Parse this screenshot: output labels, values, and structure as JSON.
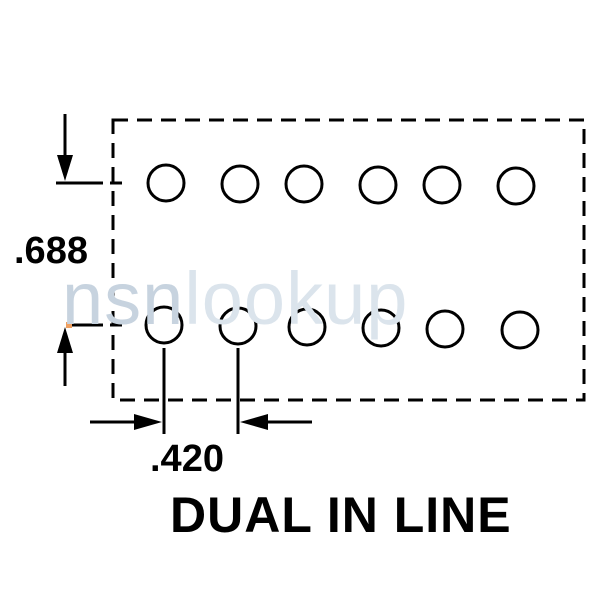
{
  "labels": {
    "vertical_dimension": ".688",
    "horizontal_dimension": ".420",
    "caption": "DUAL IN LINE"
  },
  "watermark": {
    "part1": "nsn",
    "part2": "lookup"
  },
  "pins": {
    "rows": 2,
    "per_row": 6
  },
  "colors": {
    "ink": "#000000",
    "watermark": "#c7d3df",
    "accent_dot": "#f0a060"
  }
}
